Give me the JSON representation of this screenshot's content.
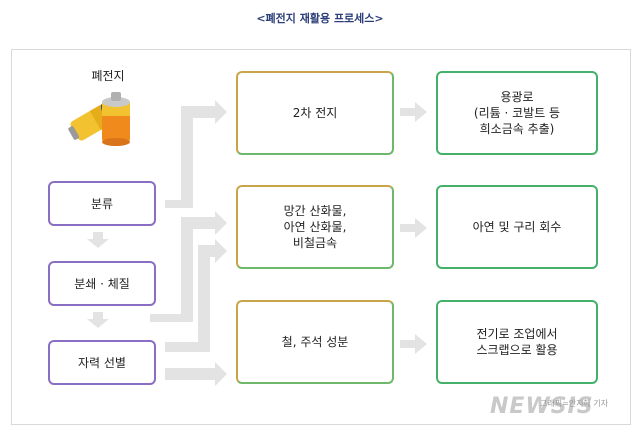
{
  "title": "<폐전지 재활용 프로세스>",
  "source": {
    "label": "폐전지"
  },
  "steps": {
    "classify": "분류",
    "crush": "분쇄 · 체질",
    "magnetic": "자력 선별"
  },
  "products": {
    "secondary_battery": "2차 전지",
    "oxides": "망간 산화물,\n아연 산화물,\n비철금속",
    "iron": "철, 주석 성분"
  },
  "results": {
    "rare_metal": "용광로\n(리튬 · 코발트 등\n희소금속 추출)",
    "zinc_copper": "아연 및 구리 회수",
    "scrap": "전기로 조업에서\n스크랩으로 활용"
  },
  "credit": "그래픽=안지혜 기자",
  "watermark": "NEWSIS",
  "colors": {
    "purple_border": "#8a6ec4",
    "green_border": "#45b06a",
    "gold_border": "#c9a54a",
    "arrow": "#e3e3e3",
    "title": "#2c3e7a"
  }
}
